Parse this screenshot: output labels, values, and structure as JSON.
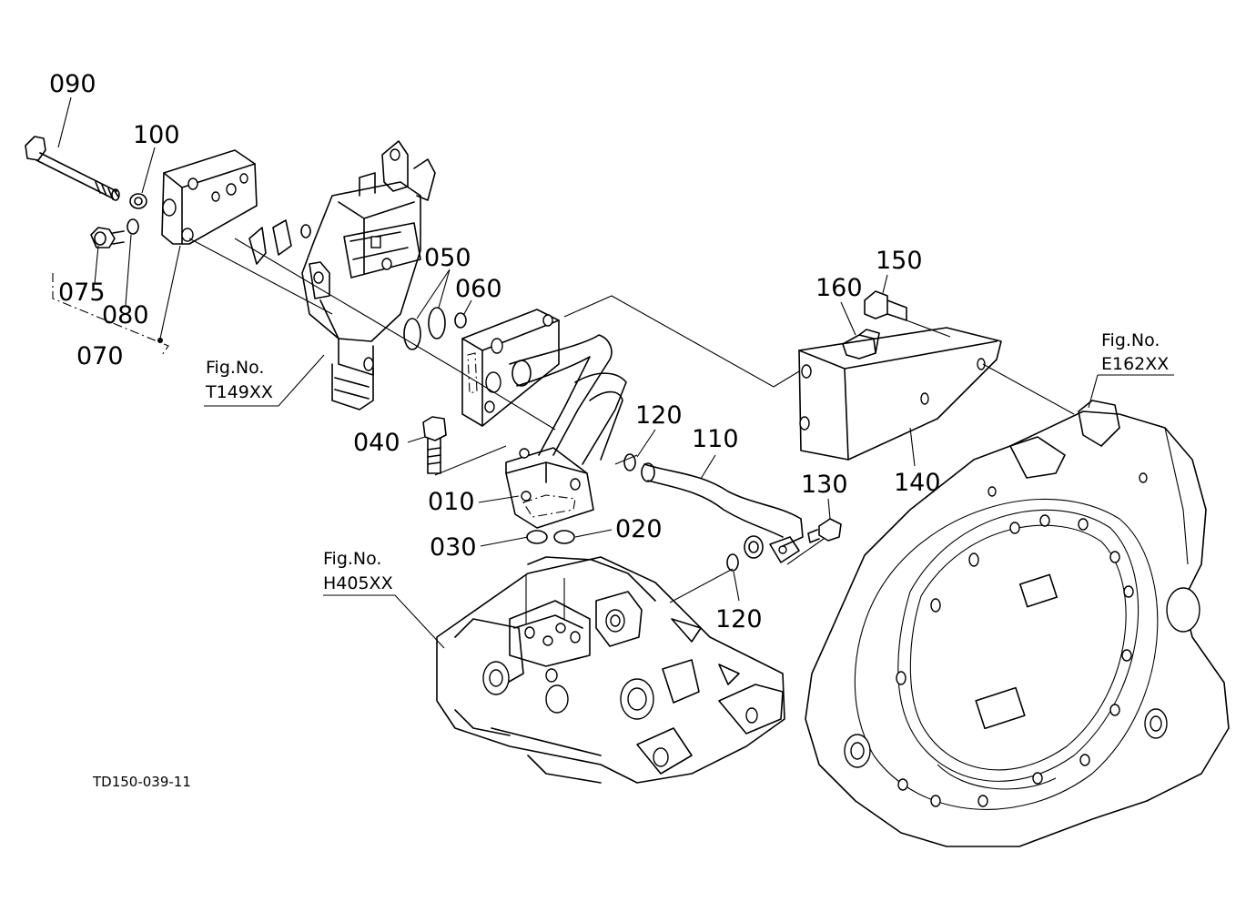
{
  "drawing_code": "TD150-039-11",
  "labels": {
    "p010": "010",
    "p020": "020",
    "p030": "030",
    "p040": "040",
    "p050": "050",
    "p060": "060",
    "p070": "070",
    "p075": "075",
    "p080": "080",
    "p090": "090",
    "p100": "100",
    "p110": "110",
    "p120a": "120",
    "p120b": "120",
    "p130": "130",
    "p140": "140",
    "p150": "150",
    "p160": "160"
  },
  "fig_refs": {
    "t149": {
      "line1": "Fig.No.",
      "line2": "T149XX"
    },
    "h405": {
      "line1": "Fig.No.",
      "line2": "H405XX"
    },
    "e162": {
      "line1": "Fig.No.",
      "line2": "E162XX"
    }
  }
}
